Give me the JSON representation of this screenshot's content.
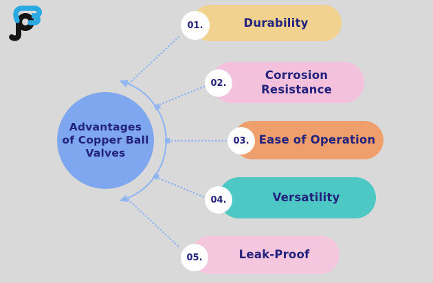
{
  "logo": {
    "text": "pm",
    "blue_letter": "m",
    "black_letter": "p",
    "blue_color": "#2aa9e2",
    "black_color": "#141414"
  },
  "center": {
    "title": "Advantages of Copper Ball Valves",
    "lines": [
      "Advantages",
      "of Copper Ball",
      "Valves"
    ],
    "bg": "#7ea7ef"
  },
  "items": [
    {
      "number": "01.",
      "label": "Durability",
      "color": "#f1d28e"
    },
    {
      "number": "02.",
      "label": "Corrosion Resistance",
      "color": "#f3c1db"
    },
    {
      "number": "03.",
      "label": "Ease of Operation",
      "color": "#ee9f6b"
    },
    {
      "number": "04.",
      "label": "Versatility",
      "color": "#4dc8c4"
    },
    {
      "number": "05.",
      "label": "Leak-Proof",
      "color": "#f5c7de"
    }
  ],
  "colors": {
    "background": "#d9d9d9",
    "connector": "#92b6f2",
    "text": "#23227d",
    "number_bg": "#ffffff"
  }
}
